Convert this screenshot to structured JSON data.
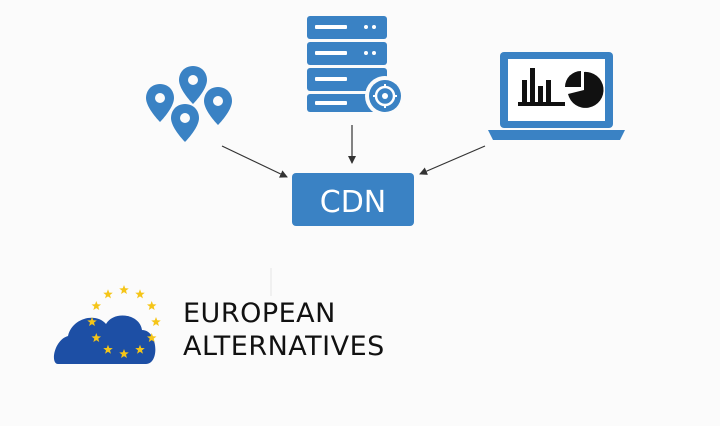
{
  "diagram": {
    "center_node": {
      "label": "CDN"
    },
    "sources": [
      {
        "icon": "location-pins-icon"
      },
      {
        "icon": "server-rack-icon"
      },
      {
        "icon": "laptop-analytics-icon"
      }
    ],
    "colors": {
      "primary_blue": "#3a82c4",
      "dark_blue": "#2b6aa8",
      "arrow": "#333333",
      "eu_cloud": "#1d4fa5",
      "eu_star": "#f5c518",
      "text_dark": "#111111"
    }
  },
  "brand": {
    "line1": "EUROPEAN",
    "line2": "ALTERNATIVES",
    "logo_icon": "eu-cloud-stars-icon"
  }
}
